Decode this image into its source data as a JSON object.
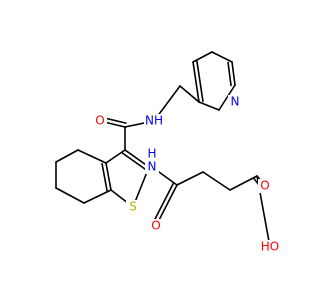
{
  "colors": {
    "carbon_bond": "#000000",
    "nitrogen": "#0000ff",
    "oxygen": "#ff0000",
    "sulfur": "#b8b800",
    "background": "#ffffff"
  },
  "atoms": {
    "pyridine_n": "N",
    "amide_nh_top": "NH",
    "amide_o_top": "O",
    "amide_nh_mid": "H",
    "amide_n_mid": "N",
    "thiophene_s": "S",
    "amide_o_bottom": "O",
    "acid_o": "O",
    "acid_oh": "HO"
  }
}
